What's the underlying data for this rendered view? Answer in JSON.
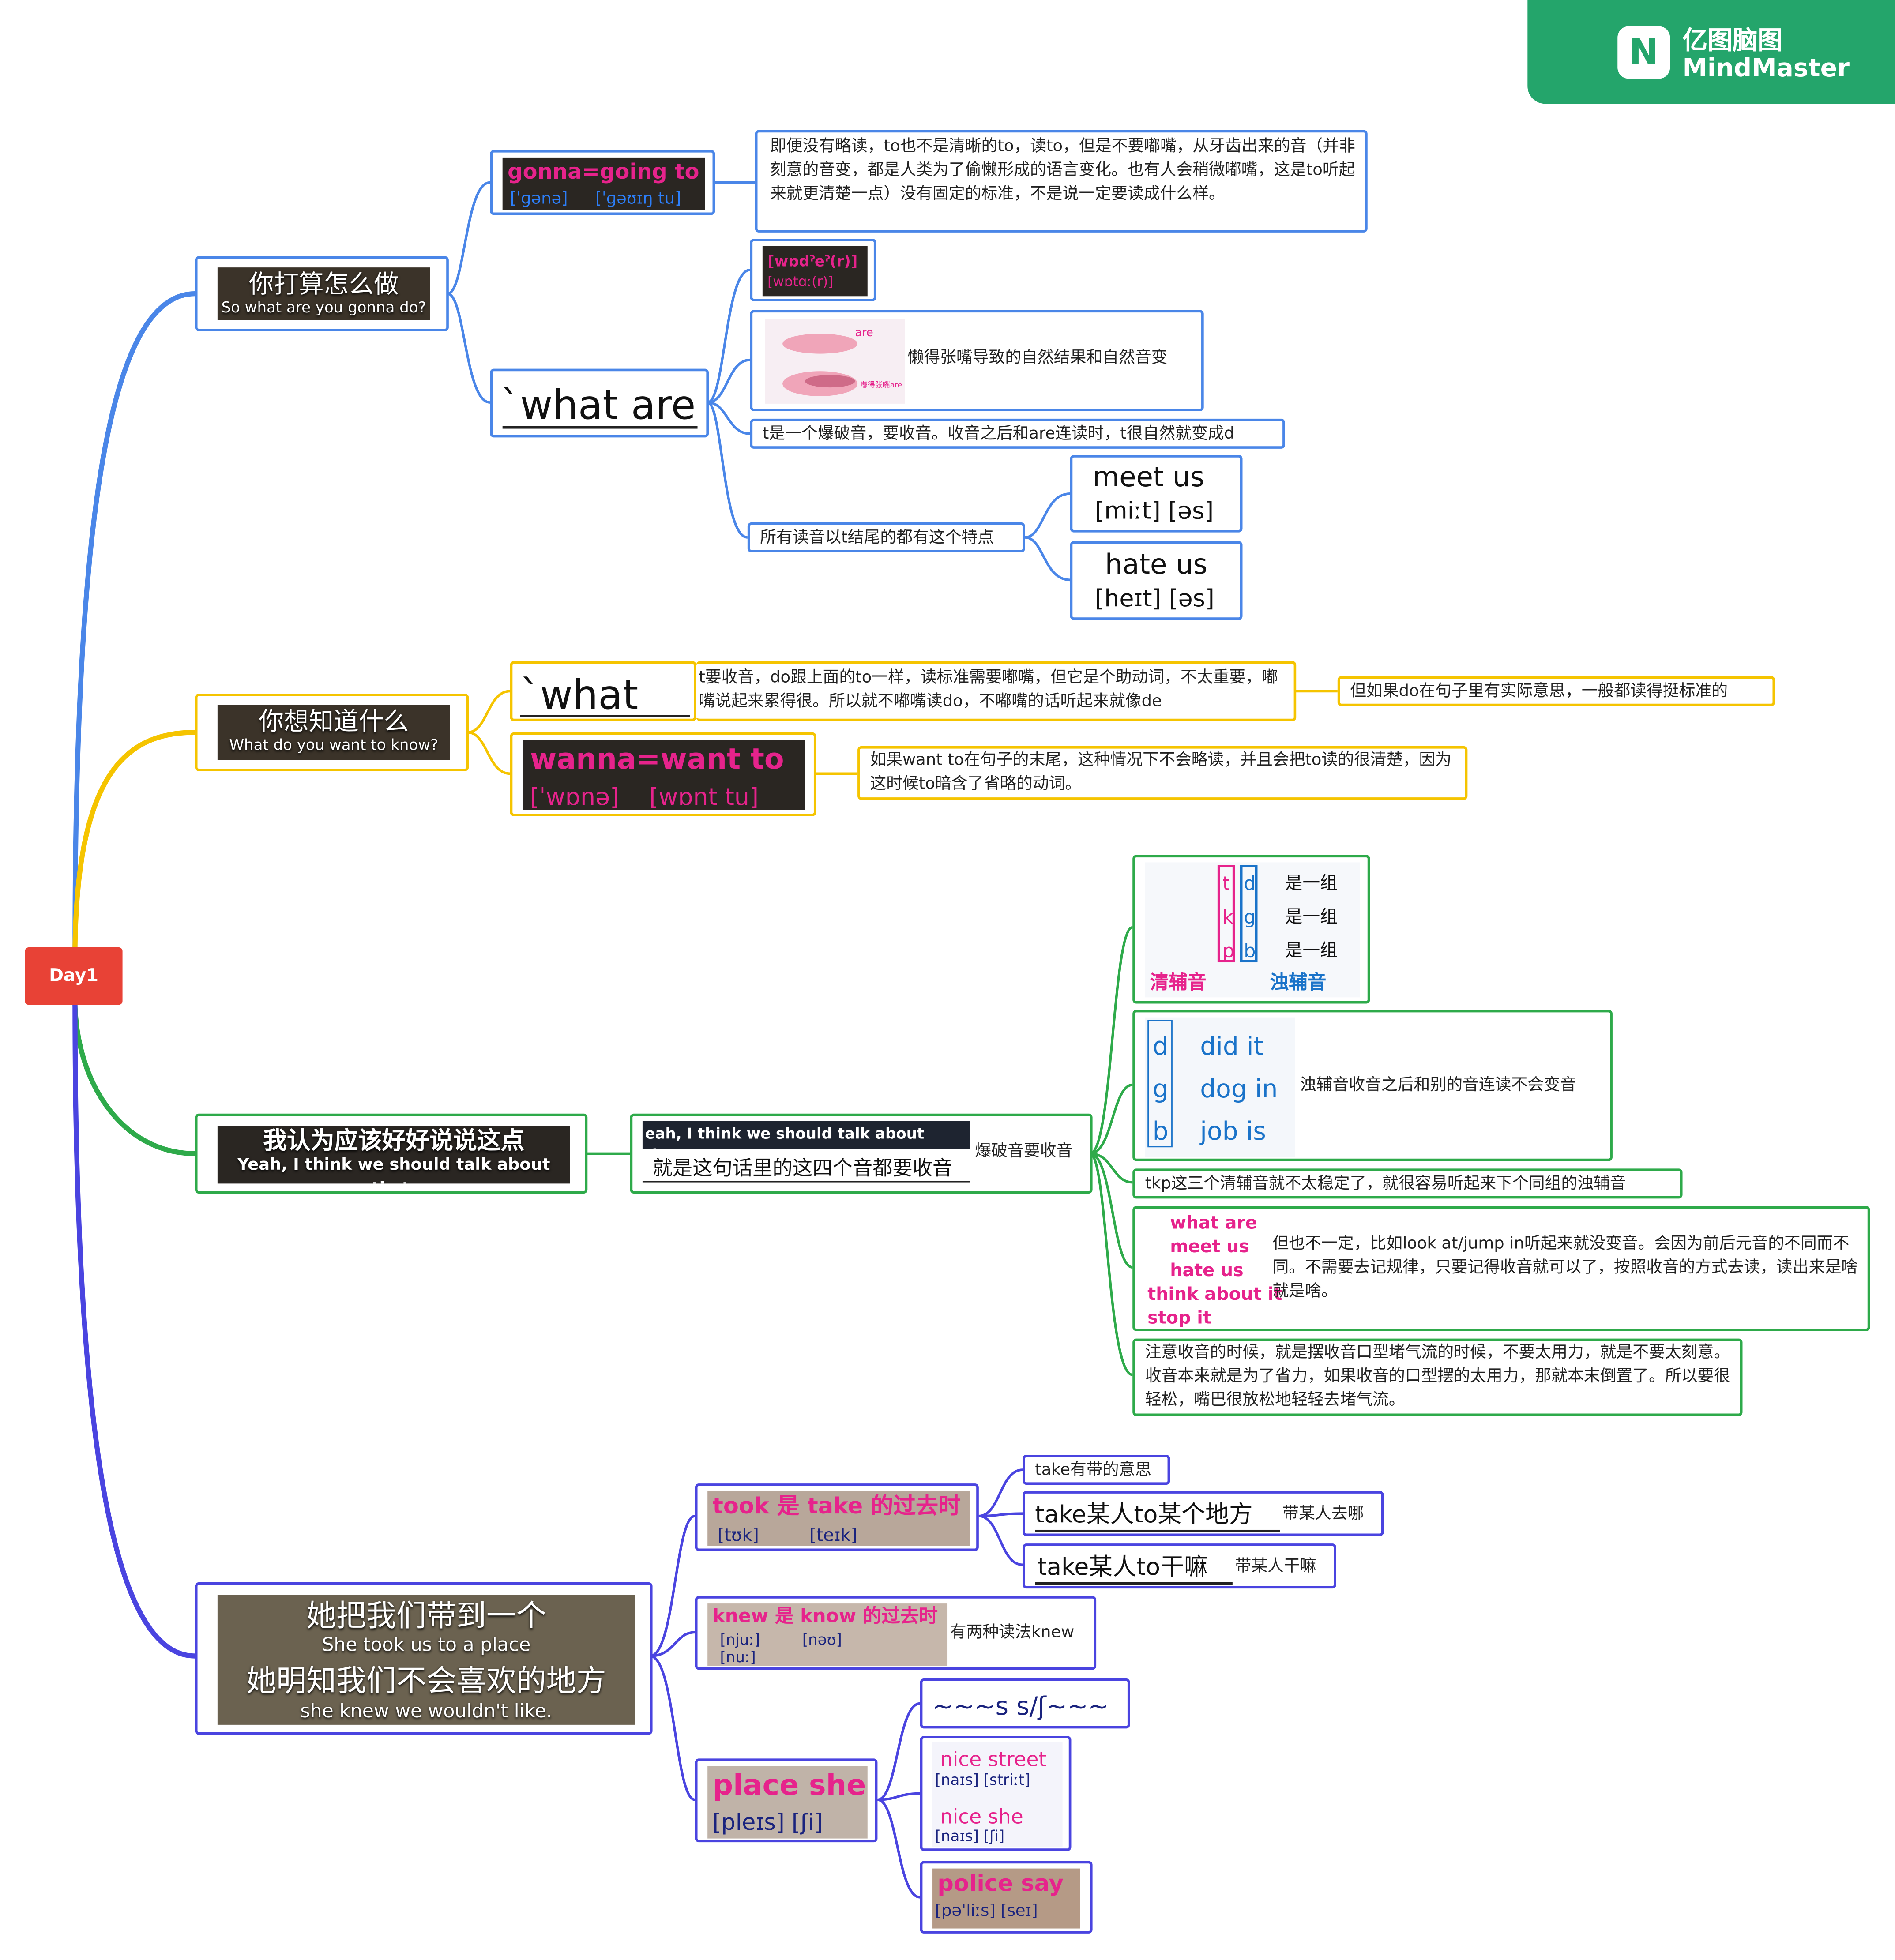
{
  "brand": {
    "name_zh": "亿图脑图",
    "name_en": "MindMaster",
    "logo_icon": "mindmaster-logo-icon"
  },
  "root": {
    "label": "Day1",
    "color": "#e84236"
  },
  "colors": {
    "branch1": "#4a86e8",
    "branch2": "#f5c400",
    "branch3": "#2eaa4a",
    "branch4": "#4a44e0",
    "highlight": "#e6238c"
  },
  "b1": {
    "shot_zh": "你打算怎么做",
    "shot_en": "So what are you gonna do?",
    "gonna_title": "gonna=going to",
    "gonna_ipa1": "[ˈɡənə]",
    "gonna_ipa2": "[ˈɡəʊɪŋ tu]",
    "gonna_note": "即便没有略读，to也不是清晰的to，读to，但是不要嘟嘴，从牙齿出来的音（并非刻意的音变，都是人类为了偷懒形成的语言变化。也有人会稍微嘟嘴，这是to听起来就更清楚一点）没有固定的标准，不是说一定要读成什么样。",
    "what_are": "`what are",
    "ipa_a": "[wɒdˀeˀ(r)]",
    "ipa_b": "[wɒtɑː(r)]",
    "mouth_label": "are",
    "mouth_caption": "嘟得张嘴are",
    "lazy_note": "懒得张嘴导致的自然结果和自然音变",
    "t_note": "t是一个爆破音，要收音。收音之后和are连读时，t很自然就变成d",
    "all_t_note": "所有读音以t结尾的都有这个特点",
    "meet_us": "meet us",
    "meet_us_ipa": "[miːt] [əs]",
    "hate_us": "hate us",
    "hate_us_ipa": "[heɪt] [əs]"
  },
  "b2": {
    "shot_zh": "你想知道什么",
    "shot_en": "What do you want to know?",
    "what_do": "`what do",
    "what_do_note": "t要收音，do跟上面的to一样，读标准需要嘟嘴，但它是个助动词，不太重要，嘟嘴说起来累得很。所以就不嘟嘴读do，不嘟嘴的话听起来就像de",
    "do_note": "但如果do在句子里有实际意思，一般都读得挺标准的",
    "wanna_title": "wanna=want to",
    "wanna_ipa1": "[ˈwɒnə]",
    "wanna_ipa2": "[wɒnt tu]",
    "wanna_note": "如果want to在句子的末尾，这种情况下不会略读，并且会把to读的很清楚，因为这时候to暗含了省略的动词。"
  },
  "b3": {
    "shot_zh": "我认为应该好好说说这点",
    "shot_en": "Yeah, I think we should talk about that.",
    "sub_en": "eah, I think we should talk about that.",
    "sub_caption": "就是这句话里的这四个音都要收音",
    "plosive": "爆破音要收音",
    "tkp": [
      "t",
      "k",
      "p"
    ],
    "dgb": [
      "d",
      "g",
      "b"
    ],
    "pair_label": "是一组",
    "voiceless": "清辅音",
    "voiced": "浊辅音",
    "d_letter": "d",
    "g_letter": "g",
    "b_letter": "b",
    "did_it": "did it",
    "dog_in": "dog in",
    "job_is": "job is",
    "voiced_note": "浊辅音收音之后和别的音连读不会变音",
    "tkp_note": "tkp这三个清辅音就不太稳定了，就很容易听起来下个同组的浊辅音",
    "ex_list": [
      "what are",
      "meet us",
      "hate us",
      "think about it",
      "stop it"
    ],
    "ex_note": "但也不一定，比如look at/jump in听起来就没变音。会因为前后元音的不同而不同。不需要去记规律，只要记得收音就可以了，按照收音的方式去读，读出来是啥就是啥。",
    "relax_note": "注意收音的时候，就是摆收音口型堵气流的时候，不要太用力，就是不要太刻意。收音本来就是为了省力，如果收音的口型摆的太用力，那就本末倒置了。所以要很轻松，嘴巴很放松地轻轻去堵气流。"
  },
  "b4": {
    "shot_zh1": "她把我们带到一个",
    "shot_en1": "She took us to a place",
    "shot_zh2": "她明知我们不会喜欢的地方",
    "shot_en2": "she knew we wouldn't like.",
    "took_title": "took 是 take 的过去时",
    "took_ipa1": "[tʊk]",
    "took_ipa2": "[teɪk]",
    "take_meaning": "take有带的意思",
    "take_to_place": "take某人to某个地方",
    "take_to_place_note": "带某人去哪",
    "take_to_do": "take某人to干嘛",
    "take_to_do_note": "带某人干嘛",
    "knew_title": "knew 是 know 的过去时",
    "knew_ipa1": "[njuː]",
    "knew_ipa2": "[nəʊ]",
    "knew_ipa3": "[nuː]",
    "knew_note": "有两种读法knew",
    "place_she": "place she",
    "place_she_ipa": "[pleɪs] [ʃi]",
    "s_sh": "~~~s s/ʃ~~~",
    "nice_street": "nice street",
    "nice_street_ipa": "[naɪs] [striːt]",
    "nice_she": "nice she",
    "nice_she_ipa": "[naɪs] [ʃi]",
    "police_say": "police say",
    "police_say_ipa": "[pəˈliːs] [seɪ]"
  }
}
